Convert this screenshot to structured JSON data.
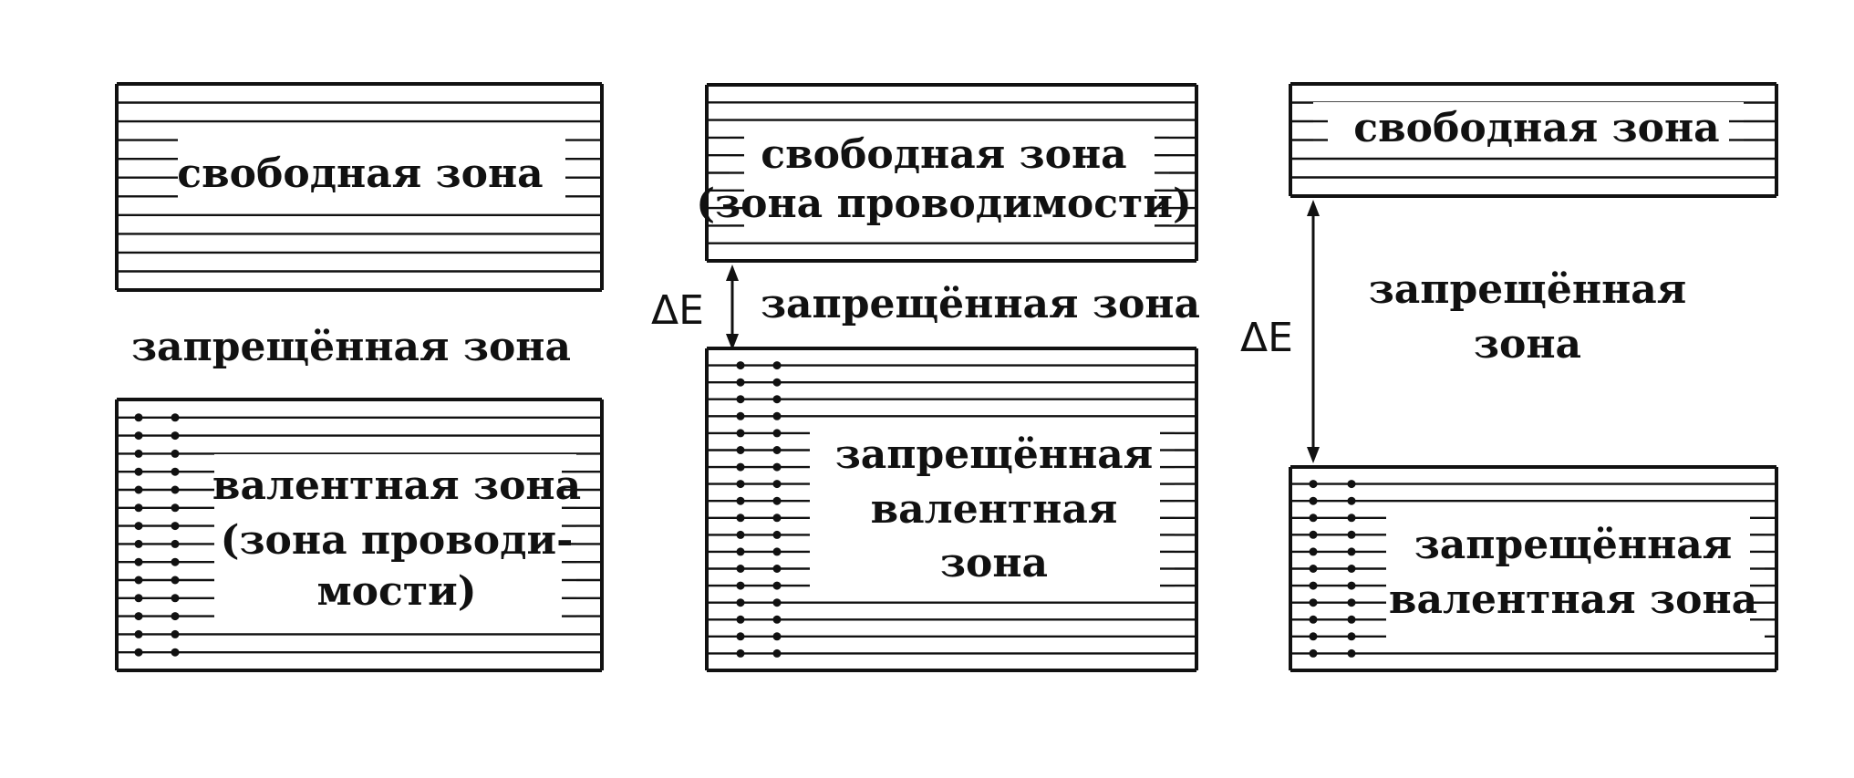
{
  "colors": {
    "ink": "#111111",
    "paper": "#ffffff"
  },
  "panels": [
    {
      "conduction_label": [
        "свободная зона"
      ],
      "gap_label": [
        "запрещённая зона"
      ],
      "valence_label": [
        "валентная зона",
        "(зона проводи-",
        "мости)"
      ]
    },
    {
      "conduction_label": [
        "свободная зона",
        "(зона проводимости)"
      ],
      "gap_label": [
        "запрещённая зона"
      ],
      "gap_symbol": "ΔE",
      "valence_label": [
        "запрещённая",
        "валентная",
        "зона"
      ]
    },
    {
      "conduction_label": [
        "свободная зона"
      ],
      "gap_label": [
        "запрещённая",
        "зона"
      ],
      "gap_symbol": "ΔE",
      "valence_label": [
        "запрещённая",
        "валентная зона"
      ]
    }
  ]
}
